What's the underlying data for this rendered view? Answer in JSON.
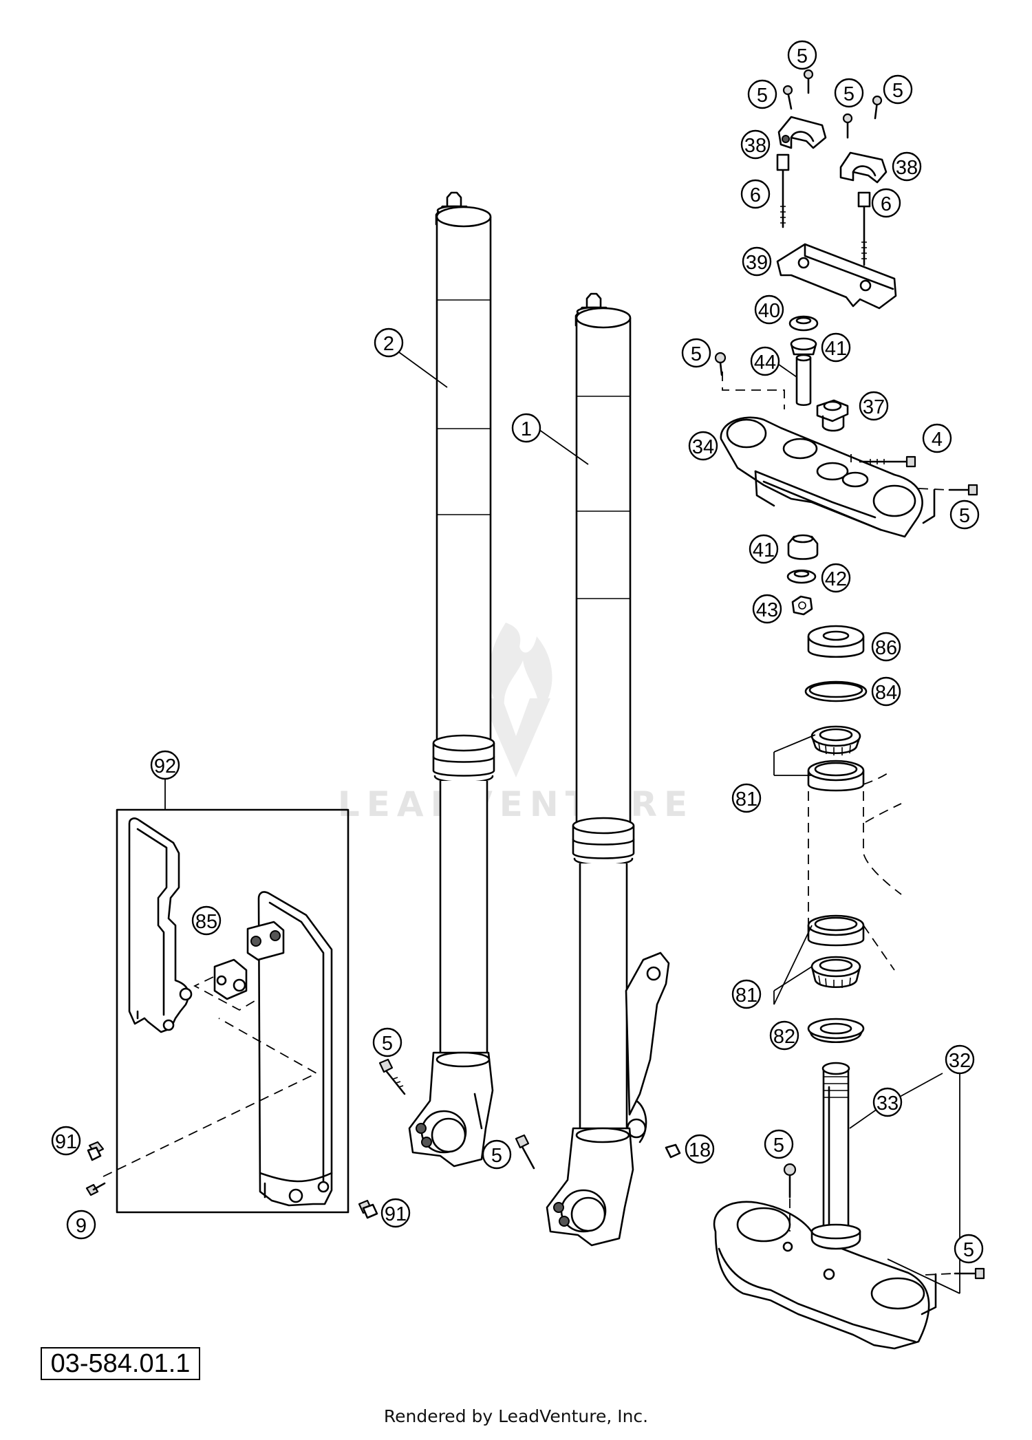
{
  "diagram": {
    "reference_number": "03-584.01.1",
    "footer": "Rendered by LeadVenture, Inc.",
    "watermark": "LEADVENTURE",
    "part_callouts": [
      {
        "id": "c-5-a",
        "label": "5"
      },
      {
        "id": "c-5-b",
        "label": "5"
      },
      {
        "id": "c-5-c",
        "label": "5"
      },
      {
        "id": "c-5-d",
        "label": "5"
      },
      {
        "id": "c-38-a",
        "label": "38"
      },
      {
        "id": "c-38-b",
        "label": "38"
      },
      {
        "id": "c-6-a",
        "label": "6"
      },
      {
        "id": "c-6-b",
        "label": "6"
      },
      {
        "id": "c-39",
        "label": "39"
      },
      {
        "id": "c-40",
        "label": "40"
      },
      {
        "id": "c-41-a",
        "label": "41"
      },
      {
        "id": "c-5-e",
        "label": "5"
      },
      {
        "id": "c-44",
        "label": "44"
      },
      {
        "id": "c-37",
        "label": "37"
      },
      {
        "id": "c-34",
        "label": "34"
      },
      {
        "id": "c-4",
        "label": "4"
      },
      {
        "id": "c-5-f",
        "label": "5"
      },
      {
        "id": "c-41-b",
        "label": "41"
      },
      {
        "id": "c-42",
        "label": "42"
      },
      {
        "id": "c-43",
        "label": "43"
      },
      {
        "id": "c-86",
        "label": "86"
      },
      {
        "id": "c-84",
        "label": "84"
      },
      {
        "id": "c-81-a",
        "label": "81"
      },
      {
        "id": "c-81-b",
        "label": "81"
      },
      {
        "id": "c-82",
        "label": "82"
      },
      {
        "id": "c-32",
        "label": "32"
      },
      {
        "id": "c-33",
        "label": "33"
      },
      {
        "id": "c-5-g",
        "label": "5"
      },
      {
        "id": "c-5-h",
        "label": "5"
      },
      {
        "id": "c-2",
        "label": "2"
      },
      {
        "id": "c-1",
        "label": "1"
      },
      {
        "id": "c-92",
        "label": "92"
      },
      {
        "id": "c-85",
        "label": "85"
      },
      {
        "id": "c-5-i",
        "label": "5"
      },
      {
        "id": "c-5-j",
        "label": "5"
      },
      {
        "id": "c-18",
        "label": "18"
      },
      {
        "id": "c-91-a",
        "label": "91"
      },
      {
        "id": "c-91-b",
        "label": "91"
      },
      {
        "id": "c-9",
        "label": "9"
      }
    ]
  }
}
